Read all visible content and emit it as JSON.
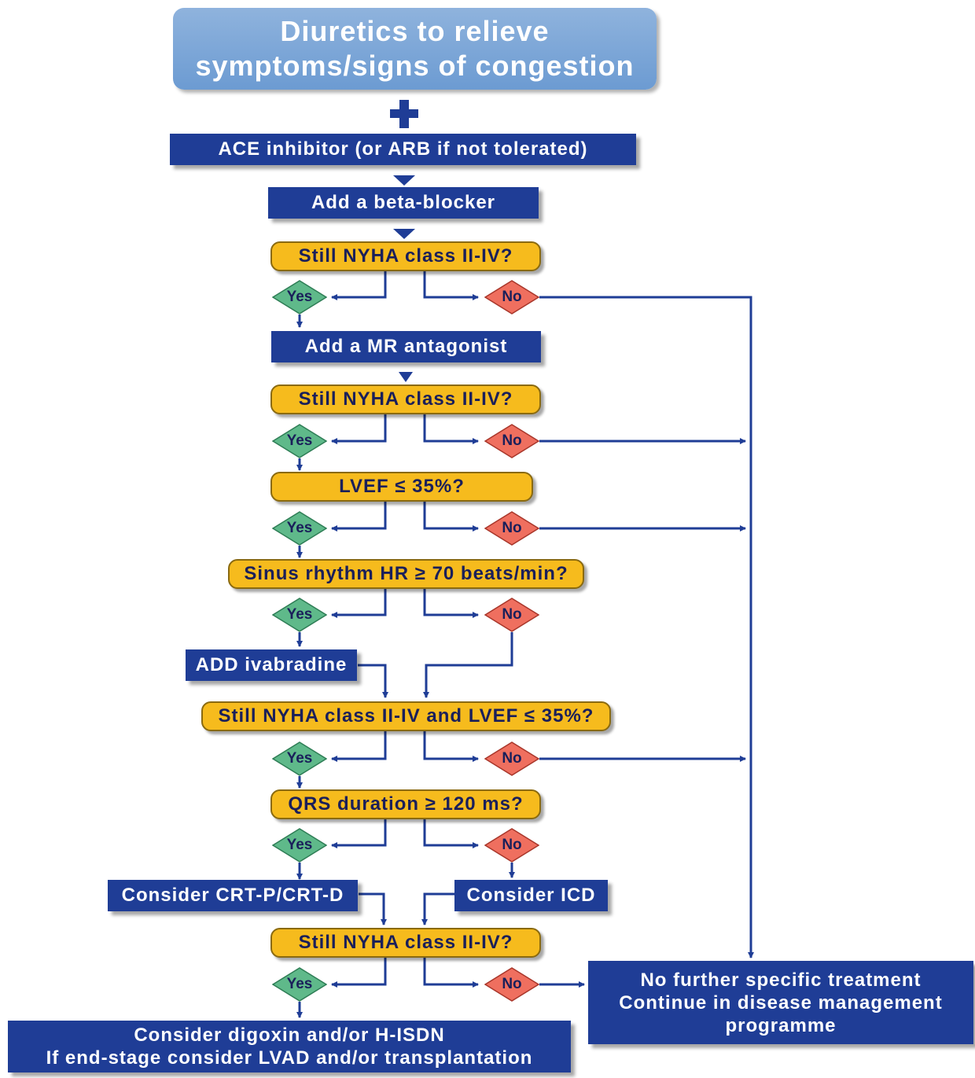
{
  "header": {
    "line1": "Diuretics to relieve",
    "line2": "symptoms/signs of congestion"
  },
  "steps": {
    "ace": "ACE inhibitor (or ARB if not tolerated)",
    "beta": "Add a beta-blocker",
    "mra": "Add a MR antagonist",
    "ivabradine": "ADD ivabradine",
    "crt": "Consider CRT-P/CRT-D",
    "icd": "Consider ICD"
  },
  "questions": {
    "q1": "Still NYHA class II-IV?",
    "q2": "Still NYHA class II-IV?",
    "q3": "LVEF ≤ 35%?",
    "q4": "Sinus rhythm HR ≥ 70 beats/min?",
    "q5": "Still NYHA class II-IV and LVEF ≤ 35%?",
    "q6": "QRS duration ≥ 120 ms?",
    "q7": "Still NYHA class II-IV?"
  },
  "answers": {
    "yes": "Yes",
    "no": "No"
  },
  "final": {
    "line1": "Consider digoxin and/or H-ISDN",
    "line2": "If end-stage consider LVAD and/or transplantation"
  },
  "no_further": {
    "line1": "No further specific treatment",
    "line2": "Continue in disease management",
    "line3": "programme"
  },
  "colors": {
    "box_blue": "#1f3d96",
    "question_gold": "#f6bb1d",
    "yes_green": "#5fb98a",
    "no_red": "#ef6f5f",
    "header_blue": "#7ea8da",
    "arrow": "#1f3d96"
  }
}
